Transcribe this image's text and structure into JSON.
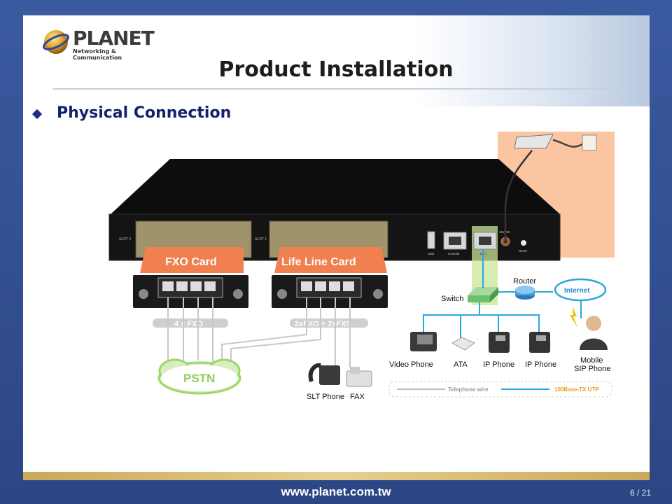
{
  "logo": {
    "brand": "PLANET",
    "tagline": "Networking & Communication"
  },
  "title": "Product Installation",
  "subtitle": "Physical Connection",
  "device": {
    "slot2": "SLOT 2",
    "slot1": "SLOT 1",
    "usb": "USB",
    "console": "Console",
    "eth": "ETH",
    "power": "12V DC",
    "reset": "Reset"
  },
  "cards": {
    "fxo_card": "FXO Card",
    "lifeline_card": "Life Line Card",
    "fxo_ports": "4 x FXO",
    "lifeline_ports": "2xFXO + 2xFXS"
  },
  "labels": {
    "pstn": "PSTN",
    "slt_phone": "SLT Phone",
    "fax": "FAX",
    "switch": "Switch",
    "router": "Router",
    "internet": "Internet",
    "video_phone": "Video Phone",
    "ata": "ATA",
    "ip_phone_1": "IP Phone",
    "ip_phone_2": "IP Phone",
    "mobile_line1": "Mobile",
    "mobile_line2": "SIP Phone"
  },
  "legend": {
    "telephone_wire": "Telephone wire",
    "utp": "100Base-TX UTP"
  },
  "colors": {
    "telephone_wire": "#bcbcbc",
    "utp": "#2aa6df",
    "power_highlight": "#fbbf98",
    "eth_highlight": "#c8e69a",
    "card_label": "#f08050"
  },
  "footer": {
    "url": "www.planet.com.tw",
    "page": "6 / 21"
  }
}
